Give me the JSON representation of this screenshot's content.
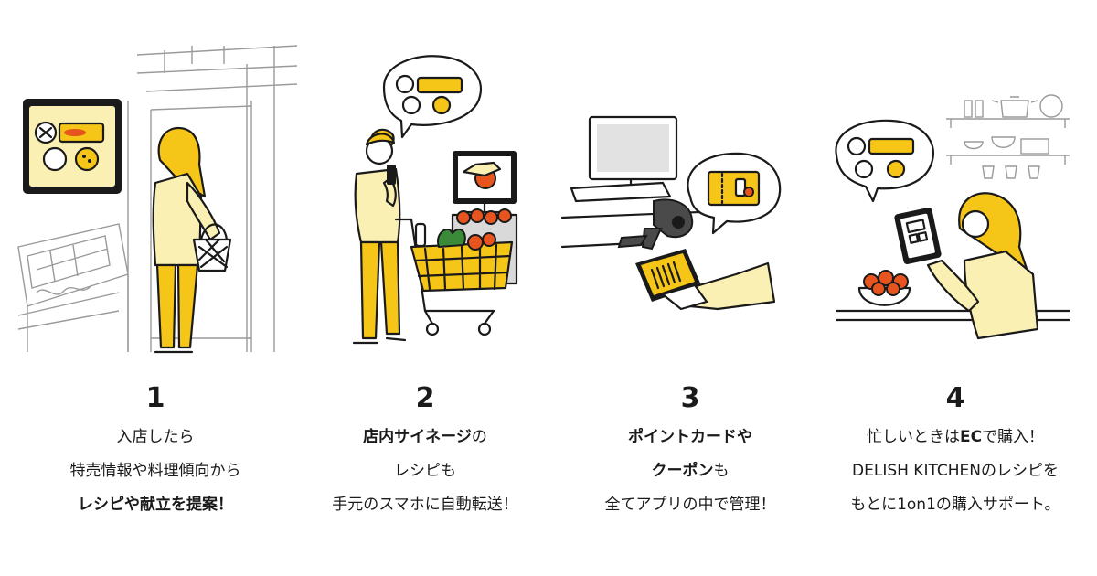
{
  "steps": [
    {
      "number": "1",
      "lines": [
        {
          "parts": [
            {
              "text": "入店したら",
              "bold": false
            }
          ]
        },
        {
          "parts": [
            {
              "text": "特売情報や料理傾向から",
              "bold": false
            }
          ]
        },
        {
          "parts": [
            {
              "text": "レシピや献立を提案！",
              "bold": true
            }
          ]
        }
      ]
    },
    {
      "number": "2",
      "lines": [
        {
          "parts": [
            {
              "text": "店内サイネージ",
              "bold": true
            },
            {
              "text": "の",
              "bold": false
            }
          ]
        },
        {
          "parts": [
            {
              "text": "レシピも",
              "bold": false
            }
          ]
        },
        {
          "parts": [
            {
              "text": "手元のスマホに自動転送！",
              "bold": false
            }
          ]
        }
      ]
    },
    {
      "number": "3",
      "lines": [
        {
          "parts": [
            {
              "text": "ポイントカードや",
              "bold": true
            }
          ]
        },
        {
          "parts": [
            {
              "text": "クーポン",
              "bold": true
            },
            {
              "text": "も",
              "bold": false
            }
          ]
        },
        {
          "parts": [
            {
              "text": "全てアプリの中で管理！",
              "bold": false
            }
          ]
        }
      ]
    },
    {
      "number": "4",
      "lines": [
        {
          "parts": [
            {
              "text": "忙しいときは",
              "bold": false
            },
            {
              "text": "EC",
              "bold": true
            },
            {
              "text": "で購入！",
              "bold": false
            }
          ]
        },
        {
          "parts": [
            {
              "text": "DELISH KITCHENのレシピを",
              "bold": false
            }
          ]
        },
        {
          "parts": [
            {
              "text": "もとに1on1の購入サポート。",
              "bold": false
            }
          ]
        }
      ]
    }
  ],
  "illustrations": [
    {
      "icon": "store-entrance-signage-illustration"
    },
    {
      "icon": "shopper-cart-smartphone-illustration"
    },
    {
      "icon": "checkout-scanner-coupon-illustration"
    },
    {
      "icon": "kitchen-tablet-ec-illustration"
    }
  ],
  "colors": {
    "accent": "#f5c518",
    "accent_light": "#fbf0b4",
    "line": "#1a1a1a",
    "tomato": "#e8541e"
  }
}
